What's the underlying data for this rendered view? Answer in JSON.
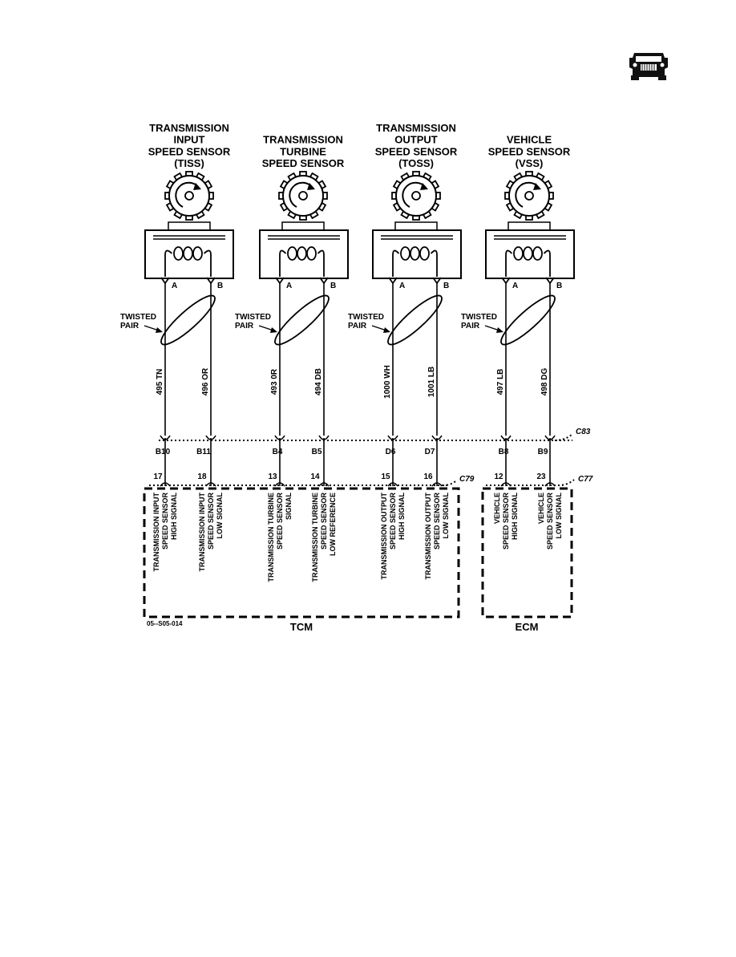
{
  "sensors": [
    {
      "title_lines": [
        "TRANSMISSION",
        "INPUT",
        "SPEED SENSOR",
        "(TISS)"
      ],
      "pin_a": "A",
      "pin_b": "B",
      "twisted_pair": [
        "TWISTED",
        "PAIR"
      ],
      "wire_a": "495  TN",
      "wire_b": "496  OR",
      "c83_a": "B10",
      "c83_b": "B11",
      "mod_a": "17",
      "mod_b": "18",
      "func_a": [
        "TRANSMISSION INPUT",
        "SPEED SENSOR",
        "HIGH SIGNAL"
      ],
      "func_b": [
        "TRANSMISSION INPUT",
        "SPEED SENSOR",
        "LOW SIGNAL"
      ]
    },
    {
      "title_lines": [
        "TRANSMISSION",
        "TURBINE",
        "SPEED SENSOR"
      ],
      "pin_a": "A",
      "pin_b": "B",
      "twisted_pair": [
        "TWISTED",
        "PAIR"
      ],
      "wire_a": "493  0R",
      "wire_b": "494  DB",
      "c83_a": "B4",
      "c83_b": "B5",
      "mod_a": "13",
      "mod_b": "14",
      "func_a": [
        "TRANSMISSION TURBINE",
        "SPEED SENSOR",
        "SIGNAL"
      ],
      "func_b": [
        "TRANSMISSION TURBINE",
        "SPEED SENSOR",
        "LOW REFERENCE"
      ]
    },
    {
      "title_lines": [
        "TRANSMISSION",
        "OUTPUT",
        "SPEED SENSOR",
        "(TOSS)"
      ],
      "pin_a": "A",
      "pin_b": "B",
      "twisted_pair": [
        "TWISTED",
        "PAIR"
      ],
      "wire_a": "1000  WH",
      "wire_b": "1001  LB",
      "c83_a": "D6",
      "c83_b": "D7",
      "mod_a": "15",
      "mod_b": "16",
      "func_a": [
        "TRANSMISSION OUTPUT",
        "SPEED SENSOR",
        "HIGH SIGNAL"
      ],
      "func_b": [
        "TRANSMISSION OUTPUT",
        "SPEED SENSOR",
        "LOW SIGNAL"
      ]
    },
    {
      "title_lines": [
        "VEHICLE",
        "SPEED SENSOR",
        "(VSS)"
      ],
      "pin_a": "A",
      "pin_b": "B",
      "twisted_pair": [
        "TWISTED",
        "PAIR"
      ],
      "wire_a": "497  LB",
      "wire_b": "498  DG",
      "c83_a": "B8",
      "c83_b": "B9",
      "mod_a": "12",
      "mod_b": "23",
      "func_a": [
        "VEHICLE",
        "SPEED SENSOR",
        "HIGH SIGNAL"
      ],
      "func_b": [
        "VEHICLE",
        "SPEED SENSOR",
        "LOW SIGNAL"
      ]
    }
  ],
  "connectors": {
    "c83": "C83",
    "c79": "C79",
    "c77": "C77"
  },
  "modules": {
    "tcm": "TCM",
    "ecm": "ECM"
  },
  "figure_id": "05--S05-014",
  "logo_icon": "humvee-icon"
}
